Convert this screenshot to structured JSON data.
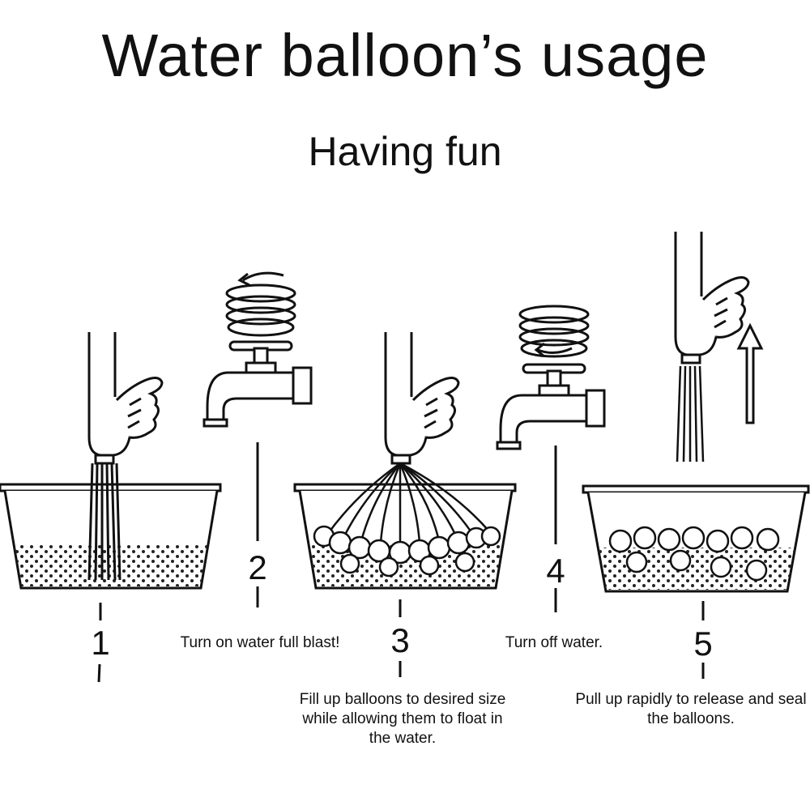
{
  "header": {
    "title": "Water balloon’s usage",
    "subtitle": "Having fun"
  },
  "steps": [
    {
      "number": "1",
      "caption": ""
    },
    {
      "number": "2",
      "caption": "Turn on water full blast!"
    },
    {
      "number": "3",
      "caption": "Fill up balloons to desired size while allowing them to float in the water."
    },
    {
      "number": "4",
      "caption": "Turn off water."
    },
    {
      "number": "5",
      "caption": "Pull up rapidly to release and seal the balloons."
    }
  ],
  "colors": {
    "ink": "#111111",
    "background": "#ffffff",
    "balloon_tint": "#7a3b3b"
  },
  "icons": [
    "faucet-icon",
    "spiral-arrow-icon",
    "hand-icon",
    "basin-icon",
    "up-arrow-icon"
  ]
}
